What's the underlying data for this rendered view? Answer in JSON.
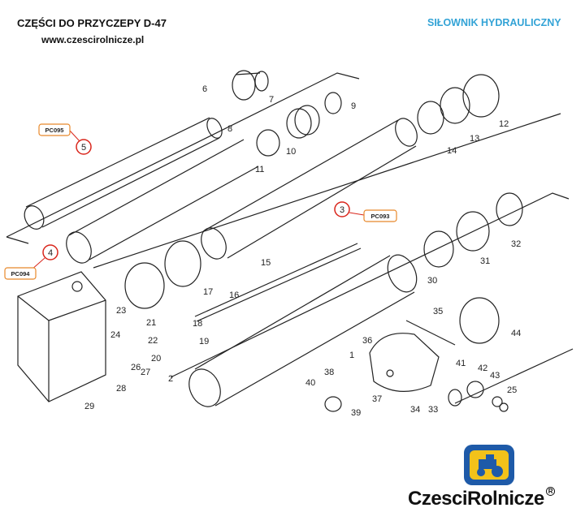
{
  "header": {
    "title": "CZĘŚCI DO PRZYCZEPY D-47",
    "url": "www.czescirolnicze.pl",
    "section": "SIŁOWNIK HYDRAULICZNY"
  },
  "codes": {
    "pc095": "PC095",
    "pc093": "PC093",
    "pc094": "PC094"
  },
  "callouts": {
    "c5": "5",
    "c3": "3",
    "c4": "4"
  },
  "parts": [
    "1",
    "2",
    "6",
    "7",
    "8",
    "9",
    "10",
    "11",
    "12",
    "13",
    "14",
    "15",
    "16",
    "17",
    "18",
    "19",
    "20",
    "21",
    "22",
    "23",
    "24",
    "25",
    "26",
    "27",
    "28",
    "29",
    "30",
    "31",
    "32",
    "33",
    "34",
    "35",
    "36",
    "37",
    "38",
    "39",
    "40",
    "41",
    "42",
    "43",
    "44"
  ],
  "brand": {
    "name": "CzesciRolnicze",
    "mark": "R"
  }
}
